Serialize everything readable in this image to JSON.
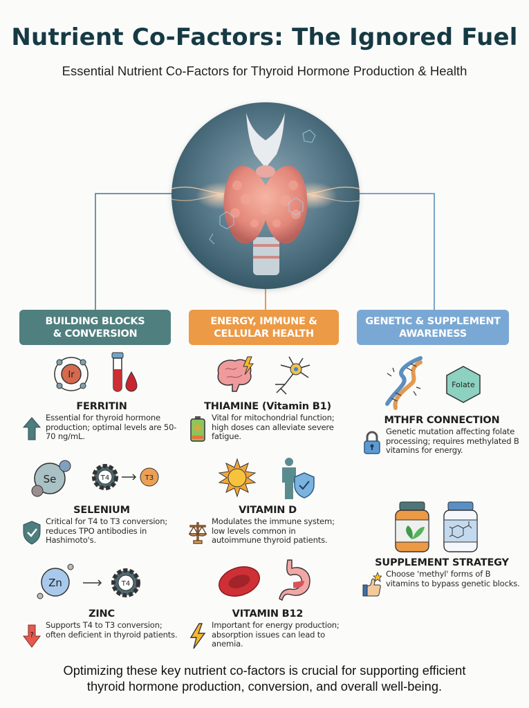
{
  "header": {
    "title": "Nutrient Co-Factors: The Ignored Fuel",
    "subtitle": "Essential Nutrient Co-Factors for Thyroid Hormone Production & Health"
  },
  "hero": {
    "image": "thyroid-gland-illustration",
    "description": "Glowing thyroid gland with cartilage and molecular structures on dark teal circle"
  },
  "colors": {
    "title": "#163a44",
    "teal": "#4f7f7e",
    "orange": "#ec9a45",
    "blue": "#7aa8d4",
    "background": "#fbfbfa"
  },
  "categories": [
    {
      "label": "BUILDING BLOCKS\n& CONVERSION",
      "color": "#4f7f7e",
      "items": [
        {
          "name": "FERRITIN",
          "icons": [
            "iron-atom-icon",
            "blood-test-tube-icon"
          ],
          "side_icon": "up-arrow-icon",
          "atom_label": "Ir",
          "description": "Essential for thyroid hormone production; optimal levels are 50-70 ng/mL."
        },
        {
          "name": "SELENIUM",
          "icons": [
            "selenium-molecule-icon",
            "t4-to-t3-gear-icon"
          ],
          "side_icon": "shield-check-icon",
          "atom_label": "Se",
          "gear_label": "T4",
          "target_label": "T3",
          "description": "Critical for T4 to T3 conversion; reduces TPO antibodies in Hashimoto's."
        },
        {
          "name": "ZINC",
          "icons": [
            "zinc-atom-icon",
            "t4-gear-icon"
          ],
          "side_icon": "down-arrow-question-icon",
          "atom_label": "Zn",
          "gear_label": "T4",
          "side_label": "?",
          "description": "Supports T4 to T3 conversion; often deficient in thyroid patients."
        }
      ]
    },
    {
      "label": "ENERGY, IMMUNE &\nCELLULAR HEALTH",
      "color": "#ec9a45",
      "items": [
        {
          "name": "THIAMINE (Vitamin B1)",
          "icons": [
            "brain-lightning-icon",
            "neuron-icon"
          ],
          "side_icon": "battery-icon",
          "description": "Vital for mitochondrial function; high doses can alleviate severe fatigue."
        },
        {
          "name": "VITAMIN D",
          "icons": [
            "sun-icon",
            "person-shield-icon"
          ],
          "side_icon": "balance-scale-icon",
          "description": "Modulates the immune system; low levels common in autoimmune thyroid patients."
        },
        {
          "name": "VITAMIN B12",
          "icons": [
            "red-blood-cell-icon",
            "stomach-icon"
          ],
          "side_icon": "lightning-bolt-icon",
          "description": "Important for energy production; absorption issues can lead to anemia."
        }
      ]
    },
    {
      "label": "GENETIC & SUPPLEMENT\nAWARENESS",
      "color": "#7aa8d4",
      "items": [
        {
          "name": "MTHFR CONNECTION",
          "icons": [
            "broken-dna-icon",
            "folate-hexagon-icon"
          ],
          "side_icon": "padlock-icon",
          "hex_label": "Folate",
          "description": "Genetic mutation affecting folate processing; requires methylated B vitamins for energy."
        },
        {
          "name": "SUPPLEMENT STRATEGY",
          "icons": [
            "herbal-supplement-bottle-icon",
            "chemical-supplement-bottle-icon"
          ],
          "side_icon": "thumbs-up-star-icon",
          "description": "Choose 'methyl' forms of B vitamins to bypass genetic blocks."
        }
      ]
    }
  ],
  "footer": {
    "text": "Optimizing these key nutrient co-factors is crucial for supporting efficient\nthyroid hormone production, conversion, and overall well-being."
  }
}
